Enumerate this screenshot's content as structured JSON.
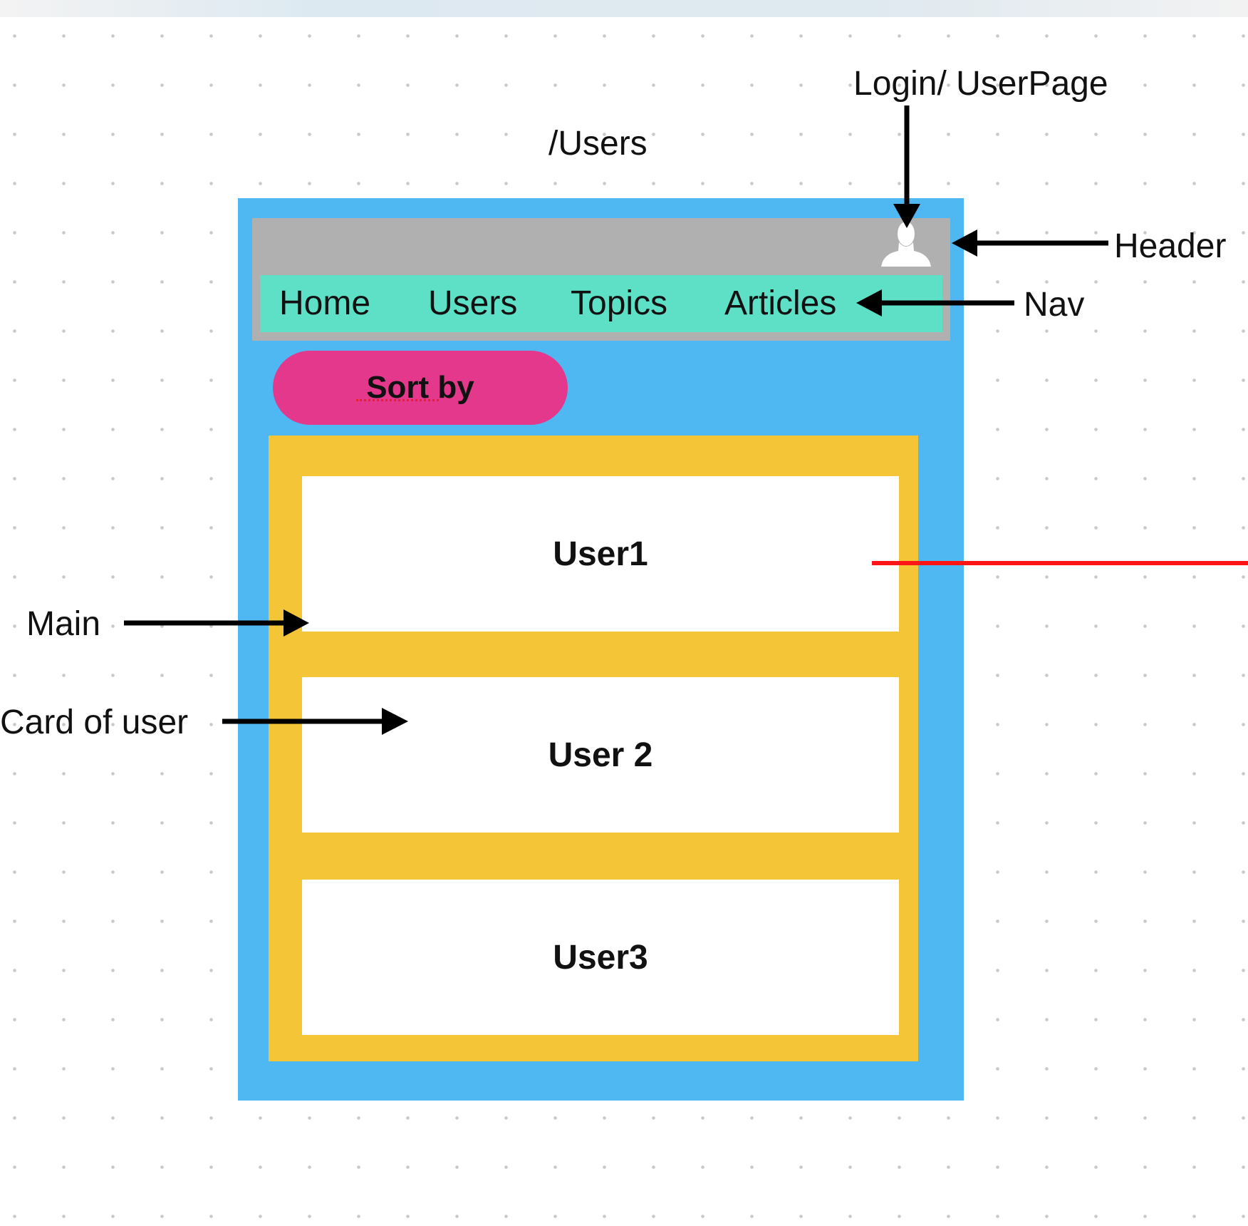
{
  "annotations": {
    "route": "/Users",
    "login_userpage": "Login/ UserPage",
    "header": "Header",
    "nav": "Nav",
    "main": "Main",
    "card_of_user": "Card of user"
  },
  "nav": {
    "items": [
      "Home",
      "Users",
      "Topics",
      "Articles"
    ]
  },
  "sort": {
    "label": "Sort by"
  },
  "cards": [
    "User1",
    "User 2",
    "User3"
  ],
  "colors": {
    "page_frame": "#4fb7f2",
    "header": "#b0b0b0",
    "nav": "#5de0c6",
    "sort_button": "#e3388b",
    "main": "#f3c537",
    "card": "#ffffff",
    "arrow": "#000000",
    "red_line": "#ff1515"
  },
  "icons": {
    "user_avatar": "user-silhouette-icon"
  }
}
